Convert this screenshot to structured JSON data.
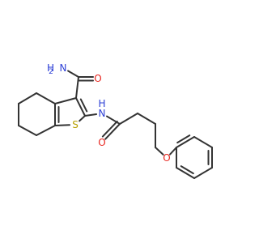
{
  "molecule": {
    "atoms": {
      "amide_nh2": {
        "element": "N",
        "hcount": "2",
        "color": "#2c3fd6"
      },
      "amide_o": {
        "element": "O",
        "color": "#e8261f"
      },
      "nh": {
        "element": "N",
        "h": "H",
        "color": "#2c3fd6"
      },
      "thiophene_s": {
        "element": "S",
        "color": "#b8a000"
      },
      "acyl_o": {
        "element": "O",
        "color": "#e8261f"
      },
      "ether_o": {
        "element": "O",
        "color": "#e8261f"
      }
    }
  }
}
